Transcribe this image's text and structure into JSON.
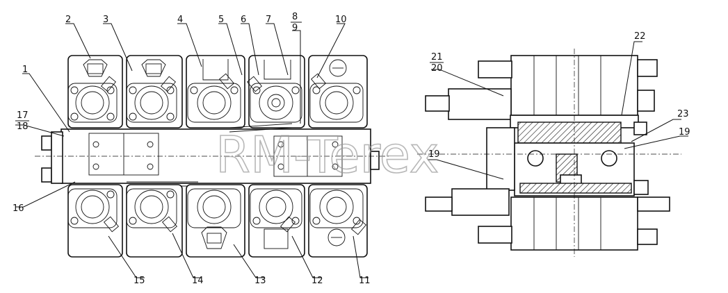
{
  "watermark": "RM-Terex",
  "callouts_left": [
    {
      "id": "c1",
      "text": "1"
    },
    {
      "id": "c2",
      "text": "2"
    },
    {
      "id": "c3",
      "text": "3"
    },
    {
      "id": "c4",
      "text": "4"
    },
    {
      "id": "c5",
      "text": "5"
    },
    {
      "id": "c6",
      "text": "6"
    },
    {
      "id": "c7",
      "text": "7"
    },
    {
      "id": "c8",
      "text": "8"
    },
    {
      "id": "c9",
      "text": "9"
    },
    {
      "id": "c10",
      "text": "10"
    },
    {
      "id": "c11",
      "text": "11"
    },
    {
      "id": "c12",
      "text": "12"
    },
    {
      "id": "c13",
      "text": "13"
    },
    {
      "id": "c14",
      "text": "14"
    },
    {
      "id": "c15",
      "text": "15"
    },
    {
      "id": "c16",
      "text": "16"
    },
    {
      "id": "c17",
      "text": "17"
    },
    {
      "id": "c18",
      "text": "18"
    }
  ],
  "callouts_right": [
    {
      "id": "c19a",
      "text": "19"
    },
    {
      "id": "c19b",
      "text": "19"
    },
    {
      "id": "c20",
      "text": "20"
    },
    {
      "id": "c21",
      "text": "21"
    },
    {
      "id": "c22",
      "text": "22"
    },
    {
      "id": "c23",
      "text": "23"
    }
  ]
}
